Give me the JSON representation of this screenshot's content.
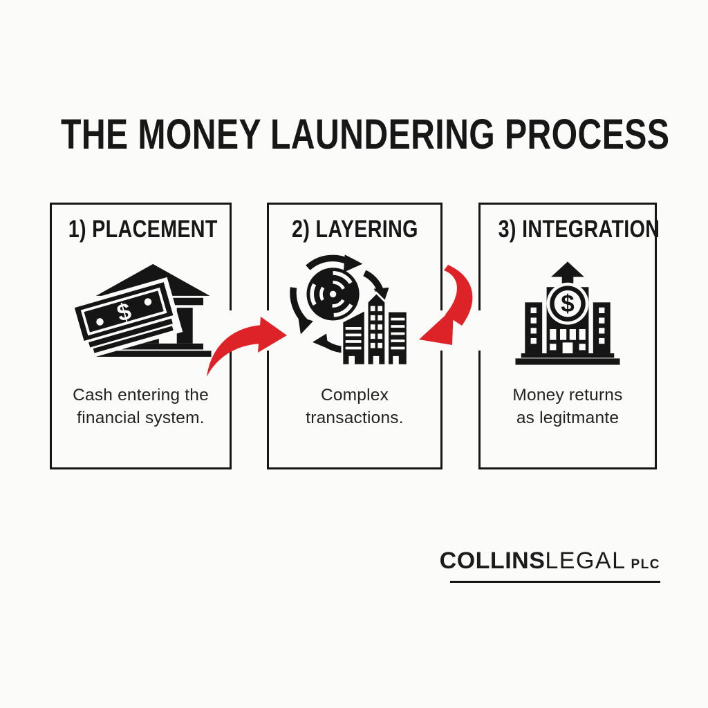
{
  "title": "THE MONEY LAUNDERING PROCESS",
  "colors": {
    "background": "#fbfbf9",
    "ink": "#171717",
    "accent": "#dd2328"
  },
  "steps": [
    {
      "heading": "1) PLACEMENT",
      "icon": "cash-into-bank-icon",
      "caption": "Cash entering the\nfinancial system."
    },
    {
      "heading": "2) LAYERING",
      "icon": "laundering-cycle-buildings-icon",
      "caption": "Complex\ntransactions."
    },
    {
      "heading": "3) INTEGRATION",
      "icon": "building-dollar-growth-icon",
      "caption": "Money returns\nas legitmante"
    }
  ],
  "connectors": [
    {
      "name": "arrow-placement-to-layering",
      "shape": "swoosh-curving-up-right"
    },
    {
      "name": "arrow-from-right-into-layering",
      "shape": "swoosh-curving-down-left"
    }
  ],
  "logo": {
    "name_bold": "COLLINS",
    "name_light": "LEGAL",
    "suffix": "PLC"
  }
}
